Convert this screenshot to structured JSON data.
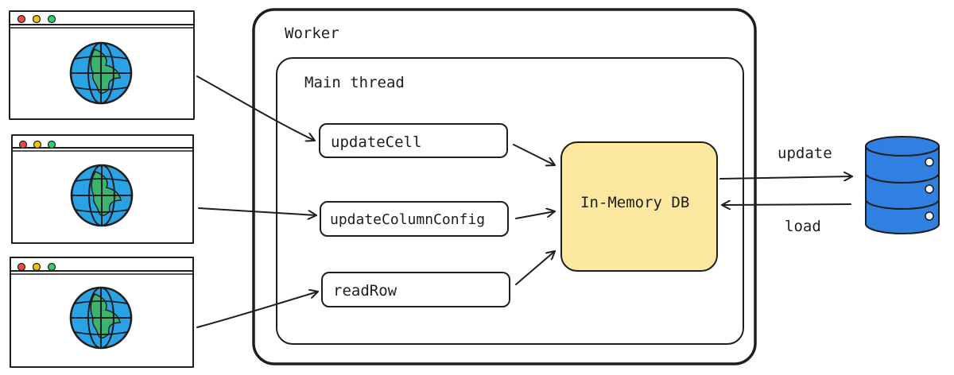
{
  "worker": {
    "title": "Worker"
  },
  "main_thread": {
    "title": "Main thread"
  },
  "functions": [
    {
      "label": "updateCell"
    },
    {
      "label": "updateColumnConfig"
    },
    {
      "label": "readRow"
    }
  ],
  "memory_db": {
    "label": "In-Memory DB",
    "fill": "#fde8a0"
  },
  "database": {
    "icon": "database-icon",
    "fill": "#2f80e0"
  },
  "arrows": {
    "update_label": "update",
    "load_label": "load"
  },
  "browsers": [
    {
      "icon": "globe-icon"
    },
    {
      "icon": "globe-icon"
    },
    {
      "icon": "globe-icon"
    }
  ],
  "colors": {
    "window_dot_red": "#e74c3c",
    "window_dot_yellow": "#f1c40f",
    "window_dot_green": "#2ecc71",
    "globe_ocean": "#2aa3e6",
    "globe_land": "#3cb371"
  }
}
